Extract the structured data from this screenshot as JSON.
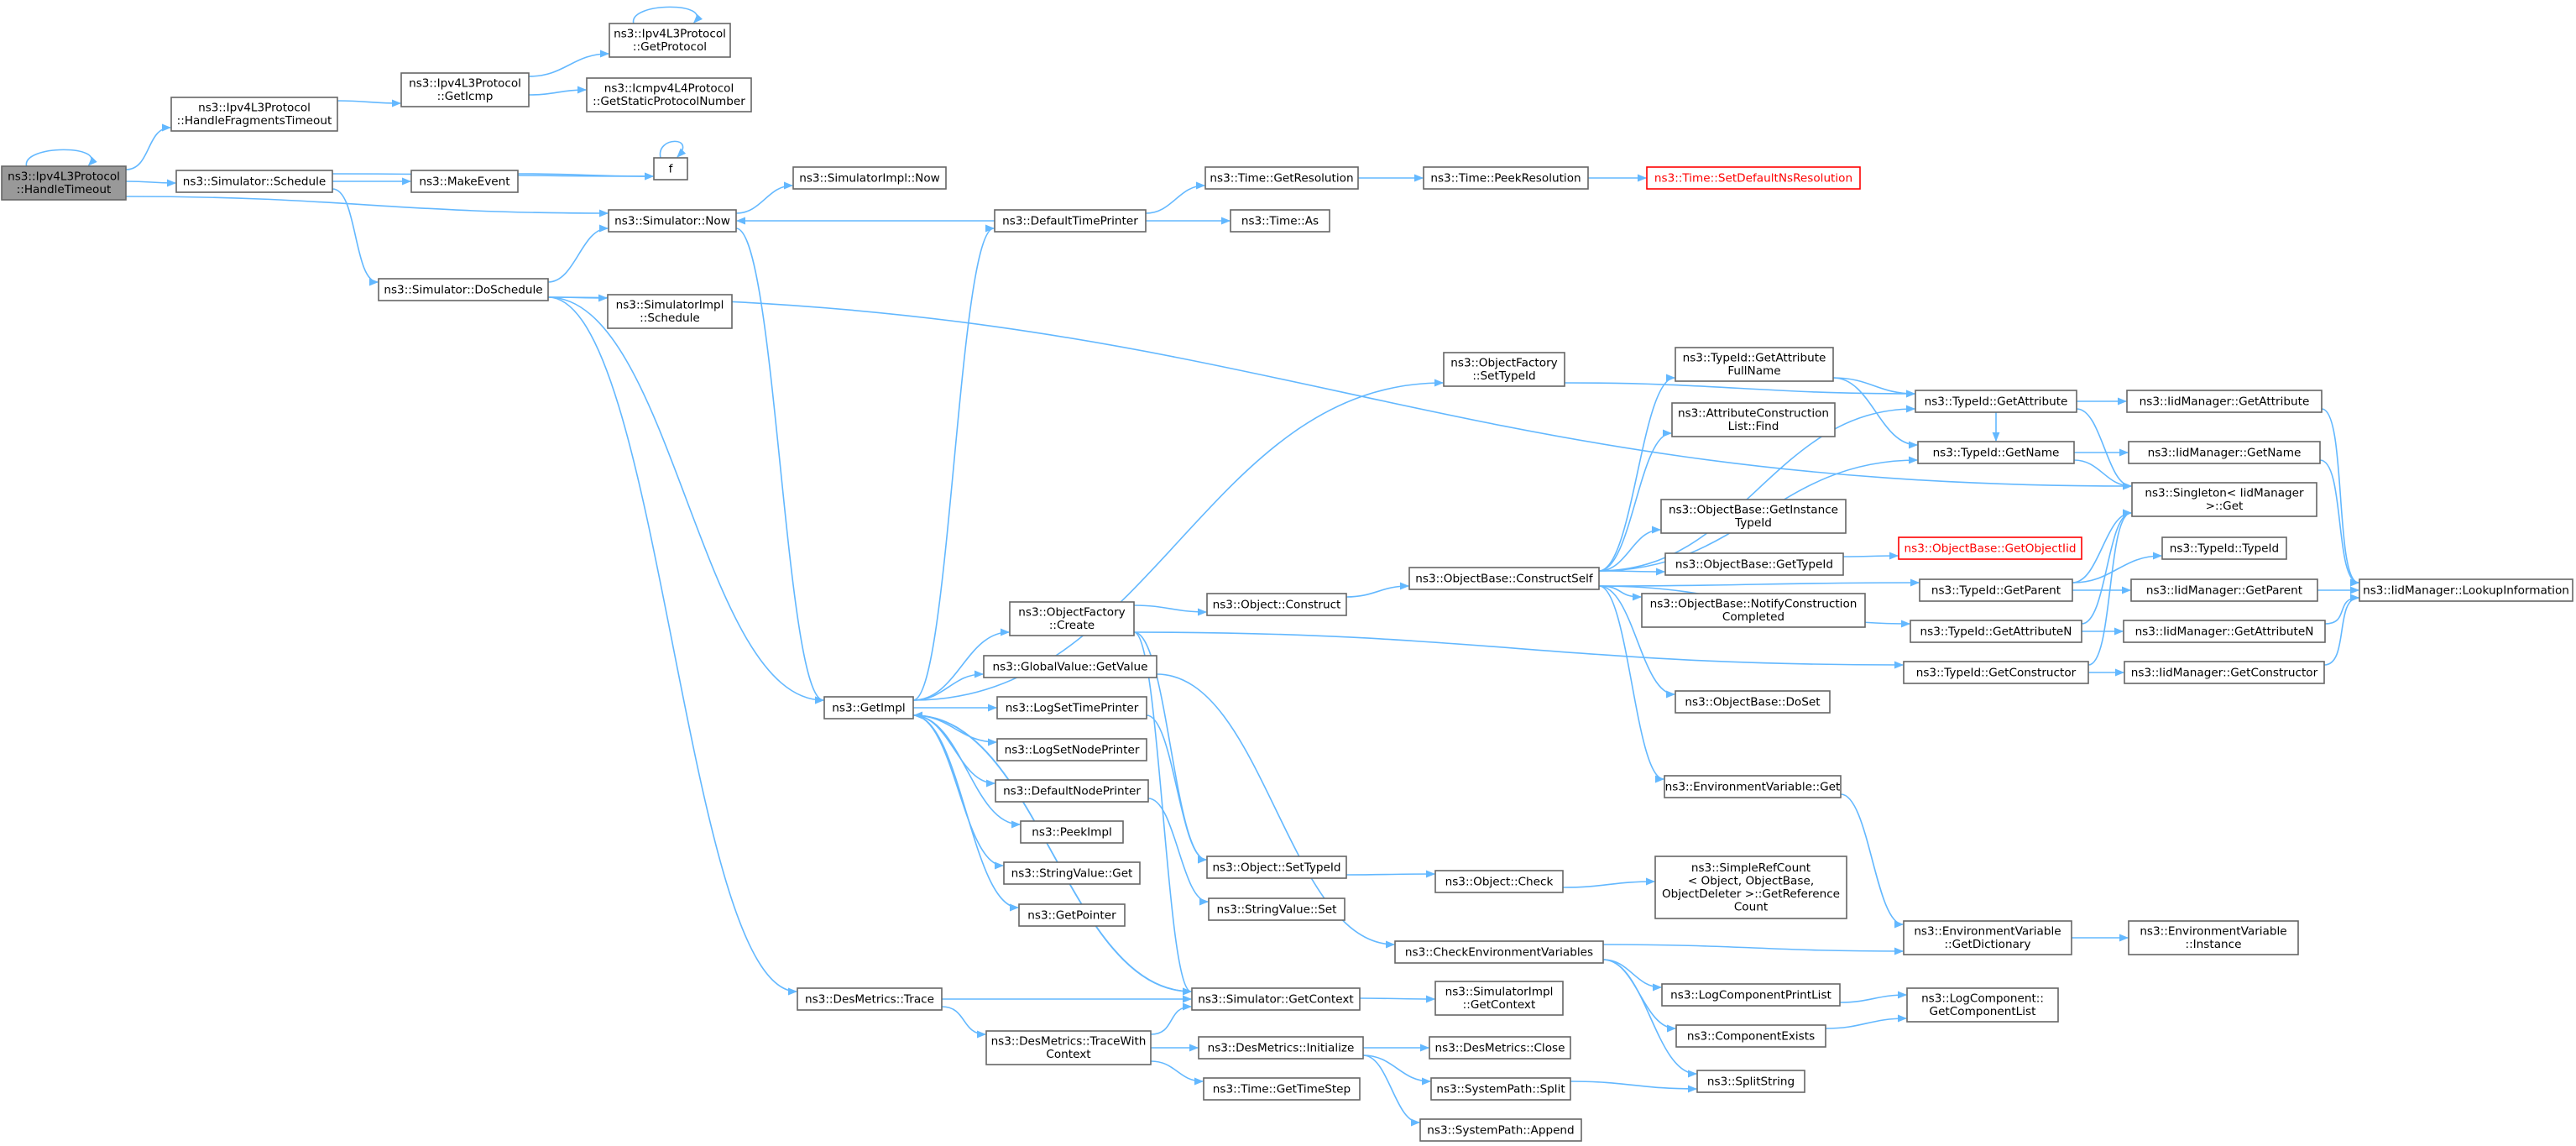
{
  "colors": {
    "edge": "#63b8ff",
    "node_border": "#666666",
    "root_fill": "#999999",
    "highlight": "#ff0000"
  },
  "nodes": [
    {
      "id": "root",
      "lines": [
        "ns3::Ipv4L3Protocol",
        "::HandleTimeout"
      ]
    },
    {
      "id": "hft",
      "lines": [
        "ns3::Ipv4L3Protocol",
        "::HandleFragmentsTimeout"
      ]
    },
    {
      "id": "geticmp",
      "lines": [
        "ns3::Ipv4L3Protocol",
        "::GetIcmp"
      ]
    },
    {
      "id": "getproto",
      "lines": [
        "ns3::Ipv4L3Protocol",
        "::GetProtocol"
      ]
    },
    {
      "id": "icmpnum",
      "lines": [
        "ns3::Icmpv4L4Protocol",
        "::GetStaticProtocolNumber"
      ]
    },
    {
      "id": "f",
      "lines": [
        "f"
      ]
    },
    {
      "id": "schedule",
      "lines": [
        "ns3::Simulator::Schedule"
      ]
    },
    {
      "id": "makeevent",
      "lines": [
        "ns3::MakeEvent"
      ]
    },
    {
      "id": "simnow",
      "lines": [
        "ns3::Simulator::Now"
      ]
    },
    {
      "id": "simimplnow",
      "lines": [
        "ns3::SimulatorImpl::Now"
      ]
    },
    {
      "id": "doschedule",
      "lines": [
        "ns3::Simulator::DoSchedule"
      ]
    },
    {
      "id": "simimplsched",
      "lines": [
        "ns3::SimulatorImpl",
        "::Schedule"
      ]
    },
    {
      "id": "dtp",
      "lines": [
        "ns3::DefaultTimePrinter"
      ]
    },
    {
      "id": "getres",
      "lines": [
        "ns3::Time::GetResolution"
      ]
    },
    {
      "id": "peekres",
      "lines": [
        "ns3::Time::PeekResolution"
      ]
    },
    {
      "id": "setdefres",
      "lines": [
        "ns3::Time::SetDefaultNsResolution"
      ]
    },
    {
      "id": "timeas",
      "lines": [
        "ns3::Time::As"
      ]
    },
    {
      "id": "ofsettid",
      "lines": [
        "ns3::ObjectFactory",
        "::SetTypeId"
      ]
    },
    {
      "id": "getattrfull",
      "lines": [
        "ns3::TypeId::GetAttribute",
        "FullName"
      ]
    },
    {
      "id": "getattr",
      "lines": [
        "ns3::TypeId::GetAttribute"
      ]
    },
    {
      "id": "iidgetattr",
      "lines": [
        "ns3::IidManager::GetAttribute"
      ]
    },
    {
      "id": "acfind",
      "lines": [
        "ns3::AttributeConstruction",
        "List::Find"
      ]
    },
    {
      "id": "getname",
      "lines": [
        "ns3::TypeId::GetName"
      ]
    },
    {
      "id": "iidgetname",
      "lines": [
        "ns3::IidManager::GetName"
      ]
    },
    {
      "id": "singleton",
      "lines": [
        "ns3::Singleton< IidManager",
        ">::Get"
      ]
    },
    {
      "id": "getinsttid",
      "lines": [
        "ns3::ObjectBase::GetInstance",
        "TypeId"
      ]
    },
    {
      "id": "getobjtid",
      "lines": [
        "ns3::ObjectBase::GetObjectIid"
      ]
    },
    {
      "id": "obgettid",
      "lines": [
        "ns3::ObjectBase::GetTypeId"
      ]
    },
    {
      "id": "tidtid",
      "lines": [
        "ns3::TypeId::TypeId"
      ]
    },
    {
      "id": "constructself",
      "lines": [
        "ns3::ObjectBase::ConstructSelf"
      ]
    },
    {
      "id": "notifycc",
      "lines": [
        "ns3::ObjectBase::NotifyConstruction",
        "Completed"
      ]
    },
    {
      "id": "getparent",
      "lines": [
        "ns3::TypeId::GetParent"
      ]
    },
    {
      "id": "iidgetparent",
      "lines": [
        "ns3::IidManager::GetParent"
      ]
    },
    {
      "id": "lookup",
      "lines": [
        "ns3::IidManager::LookupInformation"
      ]
    },
    {
      "id": "getattrn",
      "lines": [
        "ns3::TypeId::GetAttributeN"
      ]
    },
    {
      "id": "iidgetattrn",
      "lines": [
        "ns3::IidManager::GetAttributeN"
      ]
    },
    {
      "id": "getctor",
      "lines": [
        "ns3::TypeId::GetConstructor"
      ]
    },
    {
      "id": "iidgetctor",
      "lines": [
        "ns3::IidManager::GetConstructor"
      ]
    },
    {
      "id": "ofcreate",
      "lines": [
        "ns3::ObjectFactory",
        "::Create"
      ]
    },
    {
      "id": "objconstruct",
      "lines": [
        "ns3::Object::Construct"
      ]
    },
    {
      "id": "gvgetvalue",
      "lines": [
        "ns3::GlobalValue::GetValue"
      ]
    },
    {
      "id": "getimpl",
      "lines": [
        "ns3::GetImpl"
      ]
    },
    {
      "id": "logsettp",
      "lines": [
        "ns3::LogSetTimePrinter"
      ]
    },
    {
      "id": "logsetnp",
      "lines": [
        "ns3::LogSetNodePrinter"
      ]
    },
    {
      "id": "dnp",
      "lines": [
        "ns3::DefaultNodePrinter"
      ]
    },
    {
      "id": "peekimpl",
      "lines": [
        "ns3::PeekImpl"
      ]
    },
    {
      "id": "svget",
      "lines": [
        "ns3::StringValue::Get"
      ]
    },
    {
      "id": "getpointer",
      "lines": [
        "ns3::GetPointer"
      ]
    },
    {
      "id": "dodset",
      "lines": [
        "ns3::ObjectBase::DoSet"
      ]
    },
    {
      "id": "envget",
      "lines": [
        "ns3::EnvironmentVariable::Get"
      ]
    },
    {
      "id": "objsettid",
      "lines": [
        "ns3::Object::SetTypeId"
      ]
    },
    {
      "id": "objcheck",
      "lines": [
        "ns3::Object::Check"
      ]
    },
    {
      "id": "refcount",
      "lines": [
        "ns3::SimpleRefCount",
        "< Object, ObjectBase,",
        "ObjectDeleter >::GetReference",
        "Count"
      ]
    },
    {
      "id": "svset",
      "lines": [
        "ns3::StringValue::Set"
      ]
    },
    {
      "id": "checkenv",
      "lines": [
        "ns3::CheckEnvironmentVariables"
      ]
    },
    {
      "id": "envdict",
      "lines": [
        "ns3::EnvironmentVariable",
        "::GetDictionary"
      ]
    },
    {
      "id": "envinst",
      "lines": [
        "ns3::EnvironmentVariable",
        "::Instance"
      ]
    },
    {
      "id": "desmtrace",
      "lines": [
        "ns3::DesMetrics::Trace"
      ]
    },
    {
      "id": "simgetctx",
      "lines": [
        "ns3::Simulator::GetContext"
      ]
    },
    {
      "id": "simimplgetctx",
      "lines": [
        "ns3::SimulatorImpl",
        "::GetContext"
      ]
    },
    {
      "id": "logcpl",
      "lines": [
        "ns3::LogComponentPrintList"
      ]
    },
    {
      "id": "logcgcl",
      "lines": [
        "ns3::LogComponent::",
        "GetComponentList"
      ]
    },
    {
      "id": "compexists",
      "lines": [
        "ns3::ComponentExists"
      ]
    },
    {
      "id": "desmtwc",
      "lines": [
        "ns3::DesMetrics::TraceWith",
        "Context"
      ]
    },
    {
      "id": "desminit",
      "lines": [
        "ns3::DesMetrics::Initialize"
      ]
    },
    {
      "id": "desmclose",
      "lines": [
        "ns3::DesMetrics::Close"
      ]
    },
    {
      "id": "splitstring",
      "lines": [
        "ns3::SplitString"
      ]
    },
    {
      "id": "spsplit",
      "lines": [
        "ns3::SystemPath::Split"
      ]
    },
    {
      "id": "gettimestep",
      "lines": [
        "ns3::Time::GetTimeStep"
      ]
    },
    {
      "id": "spappend",
      "lines": [
        "ns3::SystemPath::Append"
      ]
    }
  ],
  "edges": [
    [
      "root",
      "root"
    ],
    [
      "root",
      "hft"
    ],
    [
      "root",
      "schedule"
    ],
    [
      "root",
      "simnow"
    ],
    [
      "hft",
      "geticmp"
    ],
    [
      "geticmp",
      "getproto"
    ],
    [
      "geticmp",
      "icmpnum"
    ],
    [
      "getproto",
      "getproto"
    ],
    [
      "schedule",
      "f"
    ],
    [
      "schedule",
      "makeevent"
    ],
    [
      "schedule",
      "doschedule"
    ],
    [
      "makeevent",
      "f"
    ],
    [
      "f",
      "f"
    ],
    [
      "simnow",
      "simimplnow"
    ],
    [
      "simnow",
      "getimpl"
    ],
    [
      "doschedule",
      "simnow"
    ],
    [
      "doschedule",
      "simimplsched"
    ],
    [
      "doschedule",
      "getimpl"
    ],
    [
      "doschedule",
      "desmtrace"
    ],
    [
      "doschedule",
      "singleton"
    ],
    [
      "dtp",
      "simnow"
    ],
    [
      "dtp",
      "getres"
    ],
    [
      "dtp",
      "timeas"
    ],
    [
      "getres",
      "peekres"
    ],
    [
      "peekres",
      "setdefres"
    ],
    [
      "getimpl",
      "dtp"
    ],
    [
      "getimpl",
      "ofsettid"
    ],
    [
      "getimpl",
      "ofcreate"
    ],
    [
      "getimpl",
      "gvgetvalue"
    ],
    [
      "getimpl",
      "logsettp"
    ],
    [
      "getimpl",
      "logsetnp"
    ],
    [
      "getimpl",
      "dnp"
    ],
    [
      "getimpl",
      "peekimpl"
    ],
    [
      "getimpl",
      "svget"
    ],
    [
      "getimpl",
      "getpointer"
    ],
    [
      "getimpl",
      "simgetctx"
    ],
    [
      "ofsettid",
      "getattr"
    ],
    [
      "ofcreate",
      "objconstruct"
    ],
    [
      "ofcreate",
      "getctor"
    ],
    [
      "ofcreate",
      "objsettid"
    ],
    [
      "ofcreate",
      "simgetctx"
    ],
    [
      "objconstruct",
      "constructself"
    ],
    [
      "constructself",
      "getattrfull"
    ],
    [
      "constructself",
      "acfind"
    ],
    [
      "constructself",
      "getname"
    ],
    [
      "constructself",
      "getinsttid"
    ],
    [
      "constructself",
      "obgettid"
    ],
    [
      "constructself",
      "notifycc"
    ],
    [
      "constructself",
      "getparent"
    ],
    [
      "constructself",
      "getattrn"
    ],
    [
      "constructself",
      "dodset"
    ],
    [
      "constructself",
      "envget"
    ],
    [
      "constructself",
      "getattr"
    ],
    [
      "getattrfull",
      "getattr"
    ],
    [
      "getattrfull",
      "getname"
    ],
    [
      "getattr",
      "iidgetattr"
    ],
    [
      "getattr",
      "singleton"
    ],
    [
      "getattr",
      "getname"
    ],
    [
      "getname",
      "iidgetname"
    ],
    [
      "getname",
      "singleton"
    ],
    [
      "obgettid",
      "getobjtid"
    ],
    [
      "getparent",
      "tidtid"
    ],
    [
      "getparent",
      "iidgetparent"
    ],
    [
      "getparent",
      "singleton"
    ],
    [
      "getattrn",
      "iidgetattrn"
    ],
    [
      "getattrn",
      "singleton"
    ],
    [
      "getctor",
      "iidgetctor"
    ],
    [
      "getctor",
      "singleton"
    ],
    [
      "iidgetattr",
      "lookup"
    ],
    [
      "iidgetname",
      "lookup"
    ],
    [
      "iidgetparent",
      "lookup"
    ],
    [
      "iidgetattrn",
      "lookup"
    ],
    [
      "iidgetctor",
      "lookup"
    ],
    [
      "gvgetvalue",
      "checkenv"
    ],
    [
      "logsettp",
      "objsettid"
    ],
    [
      "dnp",
      "svset"
    ],
    [
      "envget",
      "envdict"
    ],
    [
      "envdict",
      "envinst"
    ],
    [
      "objsettid",
      "objcheck"
    ],
    [
      "objcheck",
      "refcount"
    ],
    [
      "checkenv",
      "envdict"
    ],
    [
      "checkenv",
      "logcpl"
    ],
    [
      "checkenv",
      "compexists"
    ],
    [
      "checkenv",
      "splitstring"
    ],
    [
      "logcpl",
      "logcgcl"
    ],
    [
      "compexists",
      "logcgcl"
    ],
    [
      "desmtrace",
      "simgetctx"
    ],
    [
      "desmtrace",
      "desmtwc"
    ],
    [
      "simgetctx",
      "simimplgetctx"
    ],
    [
      "simgetctx",
      "getimpl"
    ],
    [
      "desmtwc",
      "simgetctx"
    ],
    [
      "desmtwc",
      "desminit"
    ],
    [
      "desmtwc",
      "gettimestep"
    ],
    [
      "desminit",
      "desmclose"
    ],
    [
      "desminit",
      "spsplit"
    ],
    [
      "desminit",
      "spappend"
    ],
    [
      "spsplit",
      "splitstring"
    ]
  ]
}
